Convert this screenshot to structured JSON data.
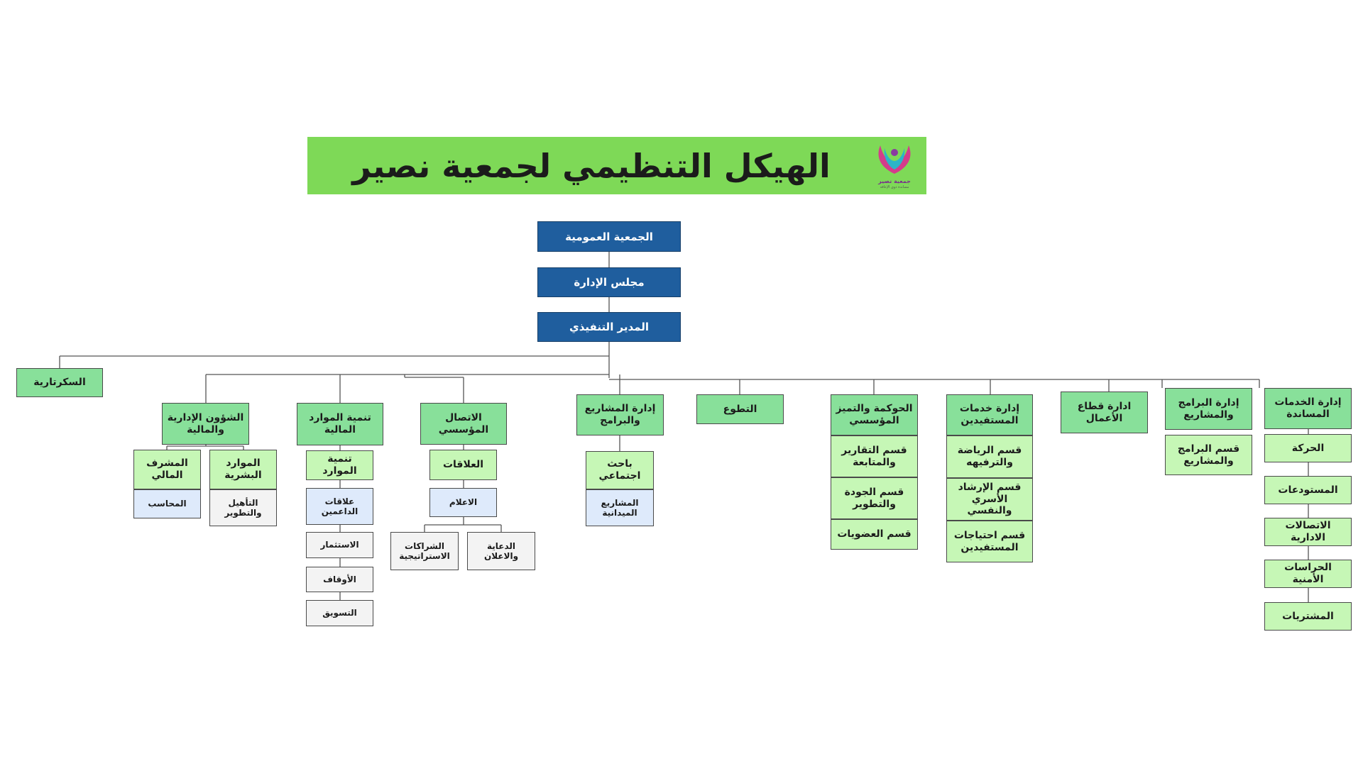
{
  "title": "الهيكل التنظيمي  لجمعية نصير",
  "logo": {
    "icon": "naseer-logo-icon",
    "name": "جمعية نصير",
    "tagline": "مساندة ذوي الإعاقة"
  },
  "colors": {
    "banner": "#7ed957",
    "top_box": "#1f5e9e",
    "department": "#88e09a",
    "section": "#c6f7b6",
    "unit_light_blue": "#deeafb",
    "unit_gray": "#f3f3f3",
    "connector": "#555555"
  },
  "top": {
    "general_assembly": "الجمعية العمومية",
    "board": "مجلس الإدارة",
    "executive_director": "المدير التنفيذي"
  },
  "secretariat": "السكرتارية",
  "departments": {
    "admin_finance": {
      "label": "الشؤون الإدارية والمالية",
      "finance_supervisor": "المشرف المالي",
      "accountant": "المحاسب",
      "hr": "الموارد البشرية",
      "training": "التأهيل والتطوير"
    },
    "resource_dev": {
      "label": "تنمية الموارد المالية",
      "sub": "تنمية الموارد",
      "units": [
        "علاقات الداعمين",
        "الاستثمار",
        "الأوقاف",
        "التسويق"
      ]
    },
    "communication": {
      "label": "الاتصال المؤسسي",
      "relations": "العلاقات",
      "media": "الاعلام",
      "partnerships": "الشراكات الاستراتيجية",
      "advertising": "الدعاية والاعلان"
    },
    "projects_programs": {
      "label": "إدارة المشاريع والبرامج",
      "social_researcher": "باحث اجتماعي",
      "field_projects": "المشاريع الميدانية"
    },
    "volunteering": {
      "label": "التطوع"
    },
    "governance": {
      "label": "الحوكمة والتميز المؤسسي",
      "sections": [
        "قسم التقارير والمتابعة",
        "قسم الجودة والتطوير",
        "قسم العضويات"
      ]
    },
    "beneficiary_services": {
      "label": "إدارة خدمات المستفيدين",
      "sections": [
        "قسم الرياضة والترفيهه",
        "قسم الإرشاد الأسري والنفسي",
        "قسم احتياجات المستفيدين"
      ]
    },
    "business_sector": {
      "label": "ادارة قطاع الأعمال"
    },
    "programs_projects": {
      "label": "إدارة البرامج والمشاريع",
      "sections": [
        "قسم البرامج والمشاريع"
      ]
    },
    "support_services": {
      "label": "إدارة الخدمات المساندة",
      "sections": [
        "الحركة",
        "المستودعات",
        "الاتصالات الادارية",
        "الحراسات الأمنية",
        "المشتريات"
      ]
    }
  }
}
